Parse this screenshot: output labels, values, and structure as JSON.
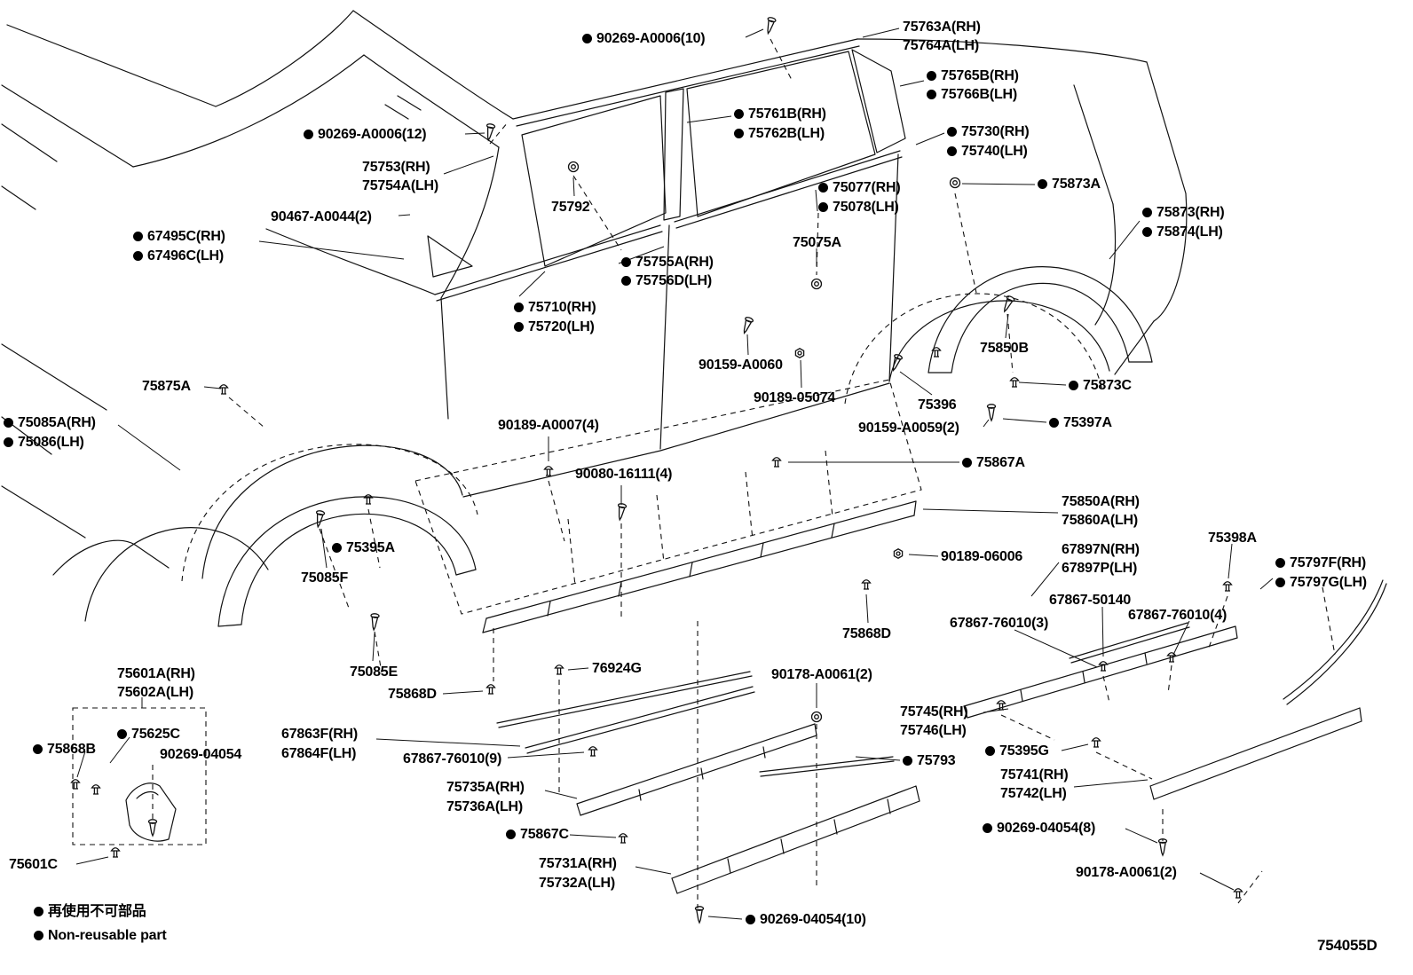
{
  "doc": {
    "code": "754055D"
  },
  "legend": {
    "jp": "再使用不可部品",
    "en": "Non-reusable part"
  },
  "labels": [
    {
      "text": "90269-A0006(10)",
      "bullet": true
    },
    {
      "text": "75763A(RH)",
      "bullet": false
    },
    {
      "text": "75764A(LH)",
      "bullet": false
    },
    {
      "text": "75765B(RH)",
      "bullet": true
    },
    {
      "text": "75766B(LH)",
      "bullet": true
    },
    {
      "text": "75761B(RH)",
      "bullet": true
    },
    {
      "text": "75762B(LH)",
      "bullet": true
    },
    {
      "text": "90269-A0006(12)",
      "bullet": true
    },
    {
      "text": "75730(RH)",
      "bullet": true
    },
    {
      "text": "75740(LH)",
      "bullet": true
    },
    {
      "text": "75753(RH)",
      "bullet": false
    },
    {
      "text": "75754A(LH)",
      "bullet": false
    },
    {
      "text": "75792",
      "bullet": false
    },
    {
      "text": "75077(RH)",
      "bullet": true
    },
    {
      "text": "75078(LH)",
      "bullet": true
    },
    {
      "text": "75873A",
      "bullet": true
    },
    {
      "text": "75873(RH)",
      "bullet": true
    },
    {
      "text": "75874(LH)",
      "bullet": true
    },
    {
      "text": "90467-A0044(2)",
      "bullet": false
    },
    {
      "text": "67495C(RH)",
      "bullet": true
    },
    {
      "text": "67496C(LH)",
      "bullet": true
    },
    {
      "text": "75075A",
      "bullet": false
    },
    {
      "text": "75755A(RH)",
      "bullet": true
    },
    {
      "text": "75756D(LH)",
      "bullet": true
    },
    {
      "text": "75710(RH)",
      "bullet": true
    },
    {
      "text": "75720(LH)",
      "bullet": true
    },
    {
      "text": "90159-A0060",
      "bullet": false
    },
    {
      "text": "75850B",
      "bullet": false
    },
    {
      "text": "90189-05074",
      "bullet": false
    },
    {
      "text": "75873C",
      "bullet": true
    },
    {
      "text": "75396",
      "bullet": false
    },
    {
      "text": "90159-A0059(2)",
      "bullet": false
    },
    {
      "text": "75397A",
      "bullet": true
    },
    {
      "text": "75875A",
      "bullet": false
    },
    {
      "text": "75085A(RH)",
      "bullet": true
    },
    {
      "text": "75086(LH)",
      "bullet": true
    },
    {
      "text": "90189-A0007(4)",
      "bullet": false
    },
    {
      "text": "75867A",
      "bullet": true
    },
    {
      "text": "90080-16111(4)",
      "bullet": false
    },
    {
      "text": "75850A(RH)",
      "bullet": false
    },
    {
      "text": "75860A(LH)",
      "bullet": false
    },
    {
      "text": "75395A",
      "bullet": true
    },
    {
      "text": "90189-06006",
      "bullet": false
    },
    {
      "text": "67897N(RH)",
      "bullet": false
    },
    {
      "text": "67897P(LH)",
      "bullet": false
    },
    {
      "text": "75398A",
      "bullet": false
    },
    {
      "text": "75797F(RH)",
      "bullet": true
    },
    {
      "text": "75797G(LH)",
      "bullet": true
    },
    {
      "text": "75085F",
      "bullet": false
    },
    {
      "text": "67867-50140",
      "bullet": false
    },
    {
      "text": "67867-76010(3)",
      "bullet": false
    },
    {
      "text": "67867-76010(4)",
      "bullet": false
    },
    {
      "text": "75868D",
      "bullet": false
    },
    {
      "text": "75085E",
      "bullet": false
    },
    {
      "text": "76924G",
      "bullet": false
    },
    {
      "text": "90178-A0061(2)",
      "bullet": false
    },
    {
      "text": "75601A(RH)",
      "bullet": false
    },
    {
      "text": "75602A(LH)",
      "bullet": false
    },
    {
      "text": "75868D",
      "bullet": false
    },
    {
      "text": "75745(RH)",
      "bullet": false
    },
    {
      "text": "75746(LH)",
      "bullet": false
    },
    {
      "text": "75625C",
      "bullet": true
    },
    {
      "text": "75868B",
      "bullet": true
    },
    {
      "text": "90269-04054",
      "bullet": false
    },
    {
      "text": "67863F(RH)",
      "bullet": false
    },
    {
      "text": "67864F(LH)",
      "bullet": false
    },
    {
      "text": "67867-76010(9)",
      "bullet": false
    },
    {
      "text": "75793",
      "bullet": true
    },
    {
      "text": "75395G",
      "bullet": true
    },
    {
      "text": "75741(RH)",
      "bullet": false
    },
    {
      "text": "75742(LH)",
      "bullet": false
    },
    {
      "text": "75735A(RH)",
      "bullet": false
    },
    {
      "text": "75736A(LH)",
      "bullet": false
    },
    {
      "text": "75867C",
      "bullet": true
    },
    {
      "text": "90269-04054(8)",
      "bullet": true
    },
    {
      "text": "75731A(RH)",
      "bullet": false
    },
    {
      "text": "75732A(LH)",
      "bullet": false
    },
    {
      "text": "75601C",
      "bullet": false
    },
    {
      "text": "90178-A0061(2)",
      "bullet": false
    },
    {
      "text": "90269-04054(10)",
      "bullet": true
    }
  ]
}
